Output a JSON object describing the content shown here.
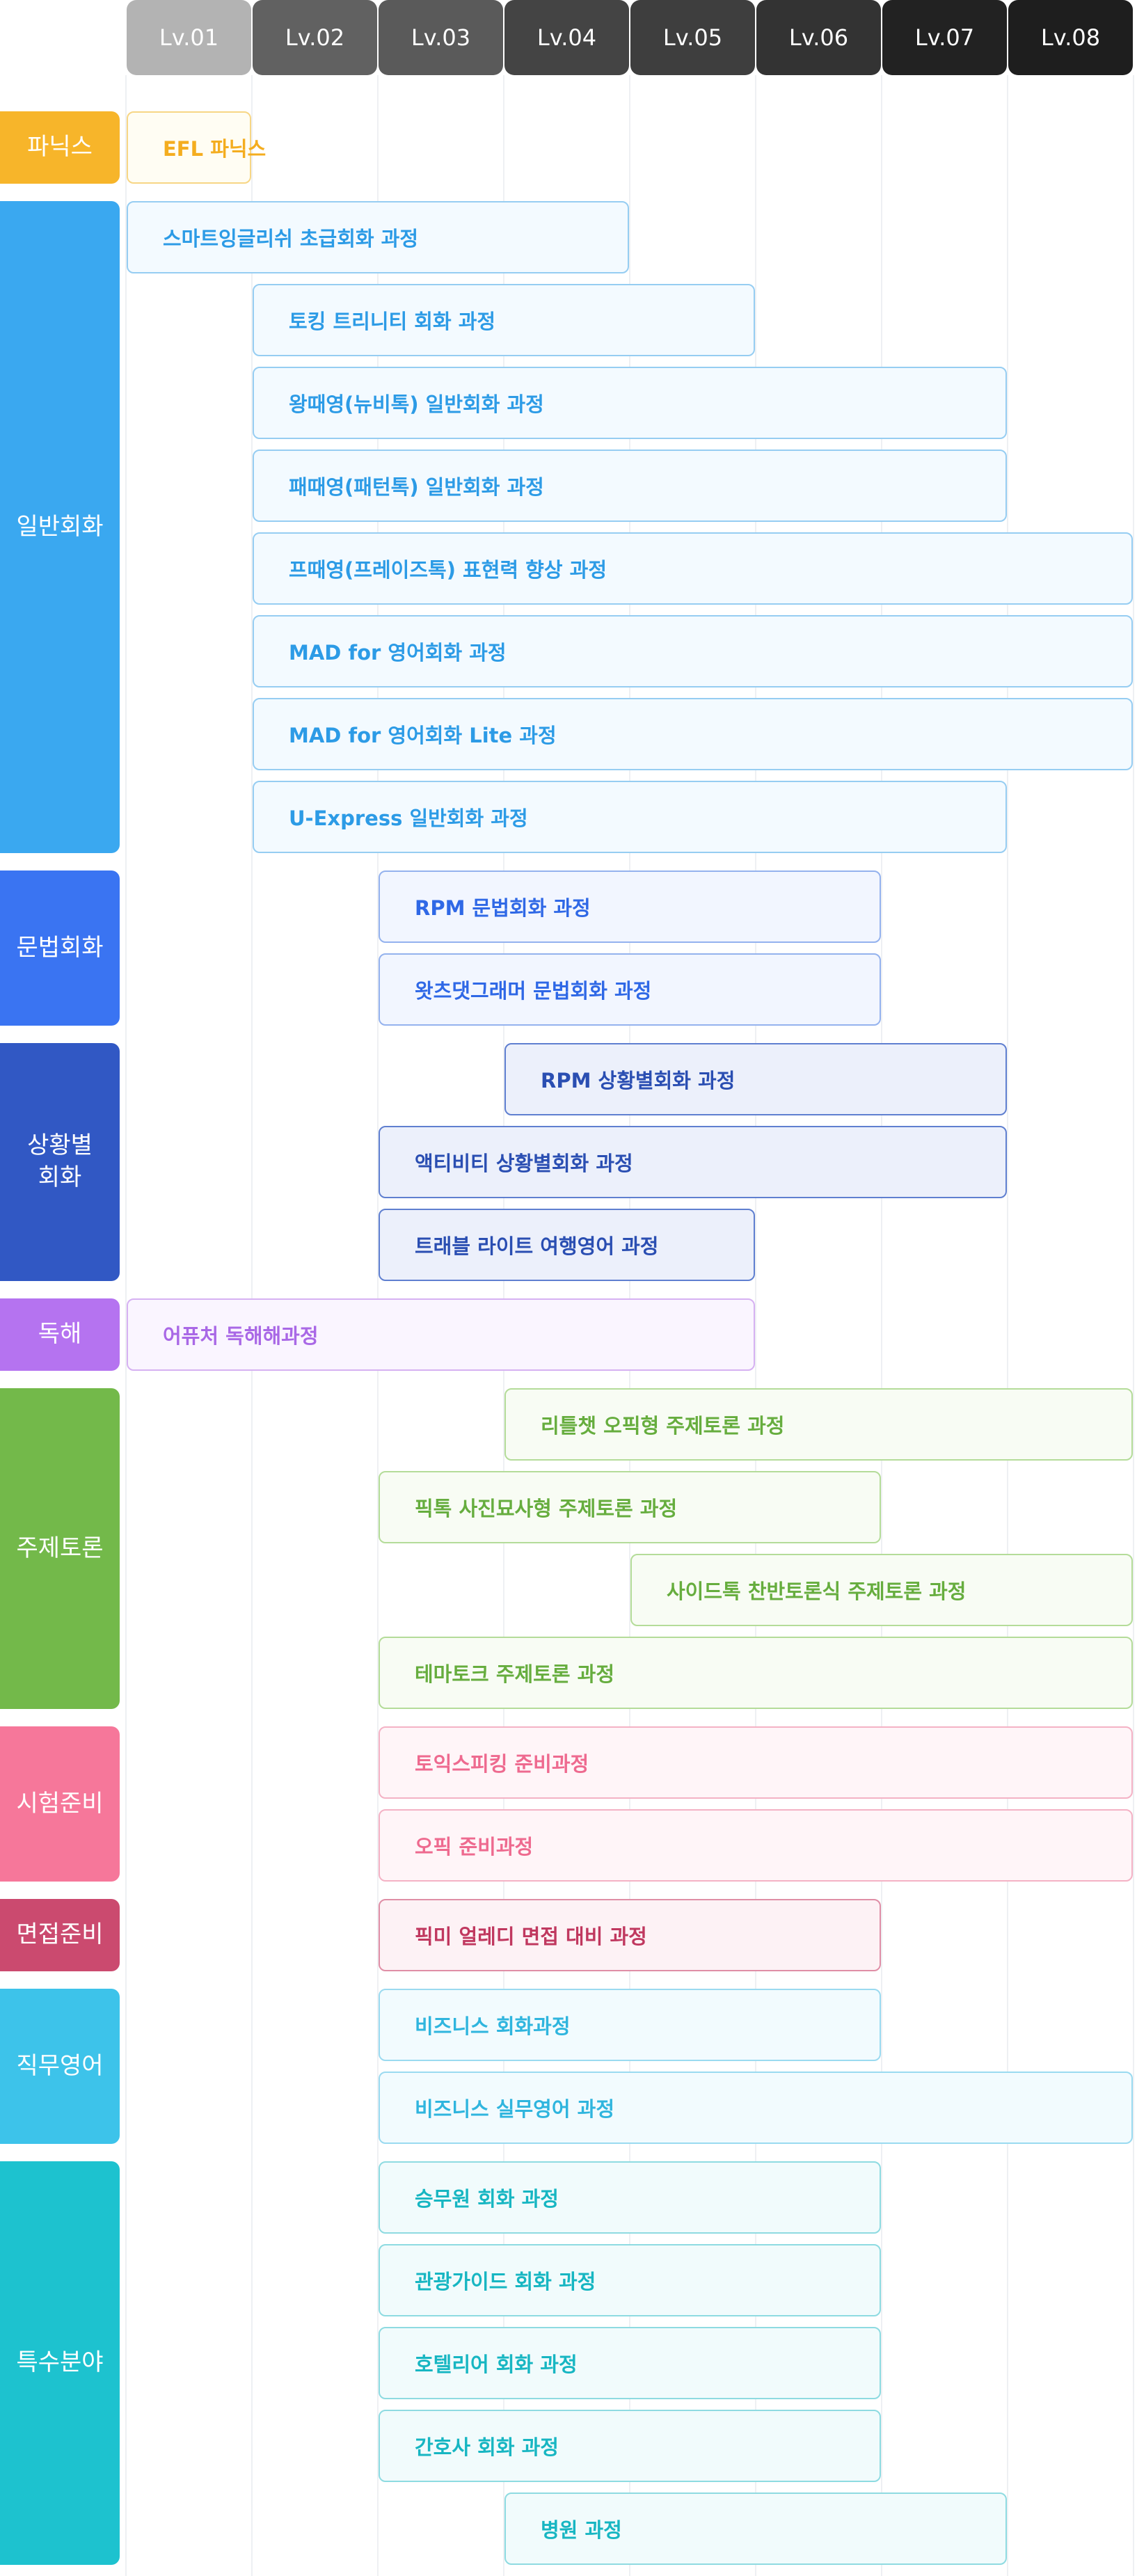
{
  "levels": [
    "Lv.01",
    "Lv.02",
    "Lv.03",
    "Lv.04",
    "Lv.05",
    "Lv.06",
    "Lv.07",
    "Lv.08"
  ],
  "level_colors": [
    "#b3b3b3",
    "#616161",
    "#5a5a5a",
    "#444444",
    "#3e3e3e",
    "#333333",
    "#222222",
    "#1e1e1e"
  ],
  "chart_data": {
    "type": "table",
    "categories": [
      {
        "label": "파닉스",
        "color": "#f7b52a",
        "text_color": "#f4ad1f",
        "fill": "#fffdf3",
        "border": "#f7d685",
        "courses": [
          {
            "name": "EFL 파닉스",
            "from": 1,
            "to": 1
          }
        ]
      },
      {
        "label": "일반회화",
        "color": "#3aa8f0",
        "text_color": "#2c9be6",
        "fill": "#f3faff",
        "border": "#96cdf2",
        "courses": [
          {
            "name": "스마트잉글리쉬 초급회화 과정",
            "from": 1,
            "to": 4
          },
          {
            "name": "토킹 트리니티 회화 과정",
            "from": 2,
            "to": 5
          },
          {
            "name": "왕때영(뉴비톡) 일반회화 과정",
            "from": 2,
            "to": 7
          },
          {
            "name": "패때영(패턴톡) 일반회화 과정",
            "from": 2,
            "to": 7
          },
          {
            "name": "프때영(프레이즈톡) 표현력 향상 과정",
            "from": 2,
            "to": 8
          },
          {
            "name": "MAD for 영어회화 과정",
            "from": 2,
            "to": 8
          },
          {
            "name": "MAD for 영어회화 Lite 과정",
            "from": 2,
            "to": 8
          },
          {
            "name": "U-Express 일반회화 과정",
            "from": 2,
            "to": 7
          }
        ]
      },
      {
        "label": "문법회화",
        "color": "#3a74f2",
        "text_color": "#2f68e6",
        "fill": "#f2f6ff",
        "border": "#94b2ee",
        "courses": [
          {
            "name": "RPM 문법회화 과정",
            "from": 3,
            "to": 6
          },
          {
            "name": "왓츠댓그래머 문법회화 과정",
            "from": 3,
            "to": 6
          }
        ]
      },
      {
        "label": "상황별\n회화",
        "color": "#3158c4",
        "text_color": "#2a4eb2",
        "fill": "#ecf0fb",
        "border": "#5f7fd0",
        "courses": [
          {
            "name": "RPM 상황별회화 과정",
            "from": 4,
            "to": 7
          },
          {
            "name": "액티비티 상황별회화 과정",
            "from": 3,
            "to": 7
          },
          {
            "name": "트래블 라이트 여행영어 과정",
            "from": 3,
            "to": 5
          }
        ]
      },
      {
        "label": "독해",
        "color": "#b573f0",
        "text_color": "#a968e6",
        "fill": "#faf5ff",
        "border": "#d6b1f2",
        "courses": [
          {
            "name": "어퓨처 독해해과정",
            "from": 1,
            "to": 5
          }
        ]
      },
      {
        "label": "주제토론",
        "color": "#73b94a",
        "text_color": "#66ad3e",
        "fill": "#f8fcf4",
        "border": "#b4dc99",
        "courses": [
          {
            "name": "리틀챗 오픽형 주제토론 과정",
            "from": 4,
            "to": 8
          },
          {
            "name": "픽톡 사진묘사형 주제토론 과정",
            "from": 3,
            "to": 6
          },
          {
            "name": "사이드톡 찬반토론식 주제토론 과정",
            "from": 5,
            "to": 8
          },
          {
            "name": "테마토크 주제토론 과정",
            "from": 3,
            "to": 8
          }
        ]
      },
      {
        "label": "시험준비",
        "color": "#f6779a",
        "text_color": "#ee6a8f",
        "fill": "#fff5f8",
        "border": "#f4b2c5",
        "courses": [
          {
            "name": "토익스피킹 준비과정",
            "from": 3,
            "to": 8
          },
          {
            "name": "오픽 준비과정",
            "from": 3,
            "to": 8
          }
        ]
      },
      {
        "label": "면접준비",
        "color": "#cb4a6f",
        "text_color": "#c0385f",
        "fill": "#fdf2f5",
        "border": "#df8ea6",
        "courses": [
          {
            "name": "픽미 얼레디 면접 대비 과정",
            "from": 3,
            "to": 6
          }
        ]
      },
      {
        "label": "직무영어",
        "color": "#3dc3ea",
        "text_color": "#2fb5de",
        "fill": "#f2fbfe",
        "border": "#9adaf0",
        "courses": [
          {
            "name": "비즈니스 회화과정",
            "from": 3,
            "to": 6
          },
          {
            "name": "비즈니스 실무영어 과정",
            "from": 3,
            "to": 8
          }
        ]
      },
      {
        "label": "특수분야",
        "color": "#1dc2cf",
        "text_color": "#17b6c2",
        "fill": "#f1fbfc",
        "border": "#8edbe1",
        "courses": [
          {
            "name": "승무원 회화 과정",
            "from": 3,
            "to": 6
          },
          {
            "name": "관광가이드 회화 과정",
            "from": 3,
            "to": 6
          },
          {
            "name": "호텔리어 회화 과정",
            "from": 3,
            "to": 6
          },
          {
            "name": "간호사 회화 과정",
            "from": 3,
            "to": 6
          },
          {
            "name": "병원 과정",
            "from": 4,
            "to": 7
          }
        ]
      }
    ]
  }
}
